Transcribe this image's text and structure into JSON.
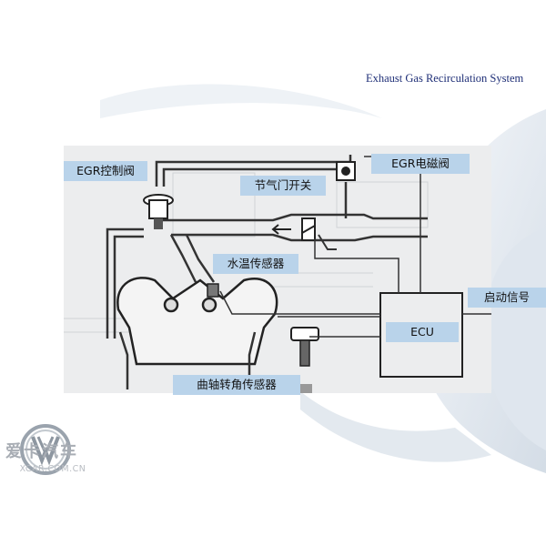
{
  "slide": {
    "title": "Exhaust Gas Recirculation System"
  },
  "labels": {
    "egr_control_valve": "EGR控制阀",
    "egr_solenoid_valve": "EGR电磁阀",
    "throttle_switch": "节气门开关",
    "coolant_temp_sensor": "水温传感器",
    "start_signal": "启动信号",
    "ecu": "ECU",
    "crankshaft_sensor": "曲轴转角传感器"
  },
  "watermark": {
    "chars": "爱卡汽车",
    "site": "XCAR.COM.CN"
  },
  "colors": {
    "label_bg": "#b9d3ea",
    "title": "#1f2f77",
    "diagram_bg": "#ecedee",
    "line": "#3a3a3a"
  }
}
